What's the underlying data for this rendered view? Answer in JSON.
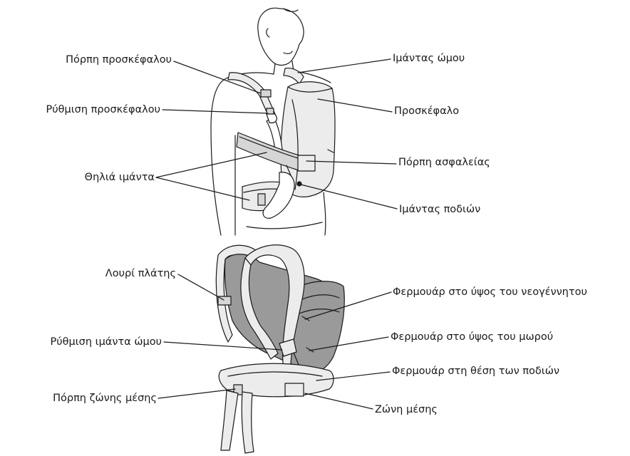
{
  "labels": {
    "head_support_buckle": "Πόρπη προσκέφαλου",
    "head_support_adjust": "Ρύθμιση προσκέφαλου",
    "strap_loops": "Θηλιά ιμάντα",
    "shoulder_strap": "Ιμάντας ώμου",
    "head_support": "Προσκέφαλο",
    "safety_buckle": "Πόρπη ασφαλείας",
    "leg_strap": "Ιμάντας ποδιών",
    "back_strap": "Λουρί πλάτης",
    "shoulder_strap_adjust": "Ρύθμιση ιμάντα ώμου",
    "waist_belt_buckle": "Πόρπη ζώνης μέσης",
    "zipper_newborn": "Φερμουάρ στο ύψος του νεογέννητου",
    "zipper_baby": "Φερμουάρ στο ύψος του μωρού",
    "zipper_legs": "Φερμουάρ στη θέση των ποδιών",
    "waist_belt": "Ζώνη μέσης"
  },
  "colors": {
    "line": "#1a1a1a",
    "fabric_light": "#ececec",
    "fabric_mid": "#d6d6d6",
    "fabric_dark": "#9a9a9a"
  }
}
